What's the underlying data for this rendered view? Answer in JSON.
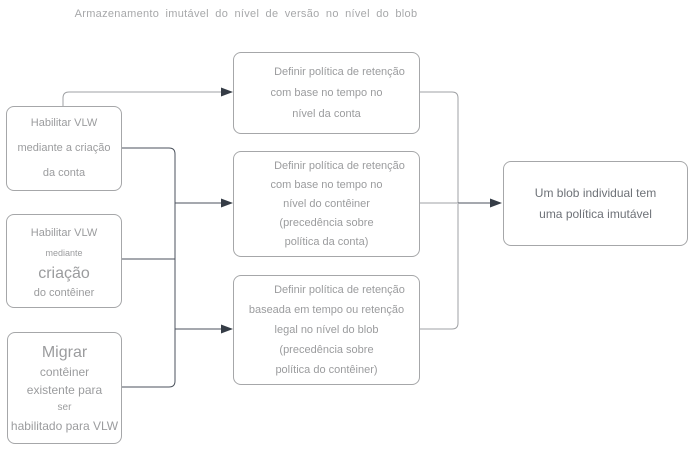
{
  "title": "Armazenamento imutável do nível de versão no nível do blob",
  "colors": {
    "box_border": "#a6a7a9",
    "box_text": "#9b9c9e",
    "final_text": "#6e7278",
    "connector_gray": "#9fa1a4",
    "connector_dark": "#4b525c",
    "arrowhead": "#353c46",
    "title_text": "#a7a8aa",
    "canvas_bg": "#ffffff"
  },
  "boxes": {
    "enable_account": {
      "lines": [
        "Habilitar VLW",
        "mediante a criação",
        "da conta"
      ]
    },
    "enable_container": {
      "lines": [
        "Habilitar VLW",
        "mediante",
        "criação",
        "do contêiner"
      ]
    },
    "migrate_container": {
      "lines": [
        "Migrar",
        "contêiner",
        "existente para",
        "ser",
        "habilitado para VLW"
      ]
    },
    "retention_account": {
      "lines": [
        "Definir política de retenção",
        "com base no tempo no",
        "nível da conta"
      ]
    },
    "retention_container": {
      "lines": [
        "Definir política de retenção",
        "com base no tempo no",
        "nível do contêiner",
        "(precedência sobre",
        "política da conta)"
      ]
    },
    "retention_blob": {
      "lines": [
        "Definir política de retenção",
        "baseada em tempo ou retenção",
        "legal no nível do blob",
        "(precedência sobre",
        "política do contêiner)"
      ]
    },
    "final_blob": {
      "lines": [
        "Um blob individual tem",
        "uma política imutável"
      ]
    }
  }
}
